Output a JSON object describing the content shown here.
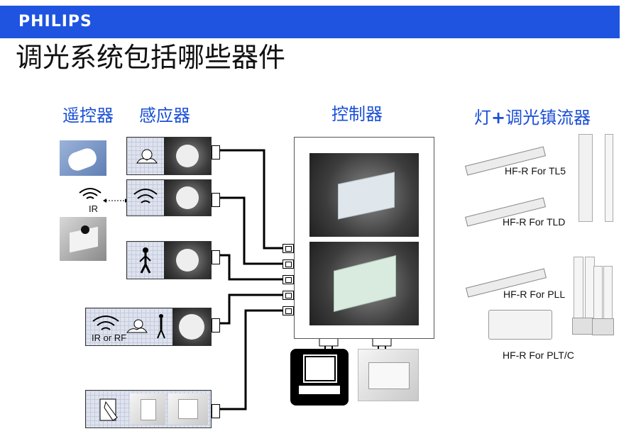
{
  "header": {
    "brand": "PHILIPS",
    "title": "调光系统包括哪些器件"
  },
  "sections": {
    "remote": "遥控器",
    "sensor": "感应器",
    "controller": "控制器",
    "lamp_prefix": "灯",
    "lamp_plus": "+",
    "lamp_suffix": "调光镇流器"
  },
  "remote_labels": {
    "ir": "IR",
    "ir_or_rf": "IR or RF"
  },
  "ballasts": [
    {
      "label": "HF-R For TL5"
    },
    {
      "label": "HF-R For TLD"
    },
    {
      "label": "HF-R For PLL"
    },
    {
      "label": "HF-R For PLT/C"
    }
  ],
  "colors": {
    "banner": "#1e54e0",
    "section_text": "#1a4fd6"
  }
}
